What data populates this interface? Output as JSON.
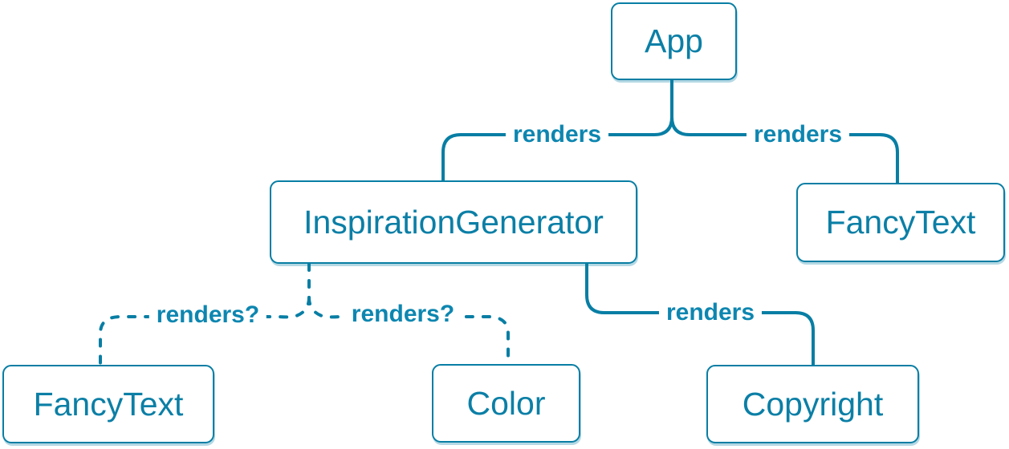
{
  "diagram": {
    "colors": {
      "background": "#ffffff",
      "line": "#087ea4",
      "edge_label_text": "#0d86b0",
      "node_border": "#087ea4",
      "node_text": "#0b7fa6",
      "node_background": "#ffffff",
      "node_shadow": "rgba(8,126,164,0.3)"
    },
    "nodes": [
      {
        "id": "app",
        "label": "App"
      },
      {
        "id": "inspiration-generator",
        "label": "InspirationGenerator"
      },
      {
        "id": "fancy-text-top",
        "label": "FancyText"
      },
      {
        "id": "fancy-text-bottom",
        "label": "FancyText"
      },
      {
        "id": "color",
        "label": "Color"
      },
      {
        "id": "copyright",
        "label": "Copyright"
      }
    ],
    "edges": [
      {
        "from": "App",
        "to": "InspirationGenerator",
        "label": "renders",
        "style": "solid"
      },
      {
        "from": "App",
        "to": "FancyText",
        "label": "renders",
        "style": "solid"
      },
      {
        "from": "InspirationGenerator",
        "to": "FancyText",
        "label": "renders?",
        "style": "dashed"
      },
      {
        "from": "InspirationGenerator",
        "to": "Color",
        "label": "renders?",
        "style": "dashed"
      },
      {
        "from": "InspirationGenerator",
        "to": "Copyright",
        "label": "renders",
        "style": "solid"
      }
    ]
  }
}
